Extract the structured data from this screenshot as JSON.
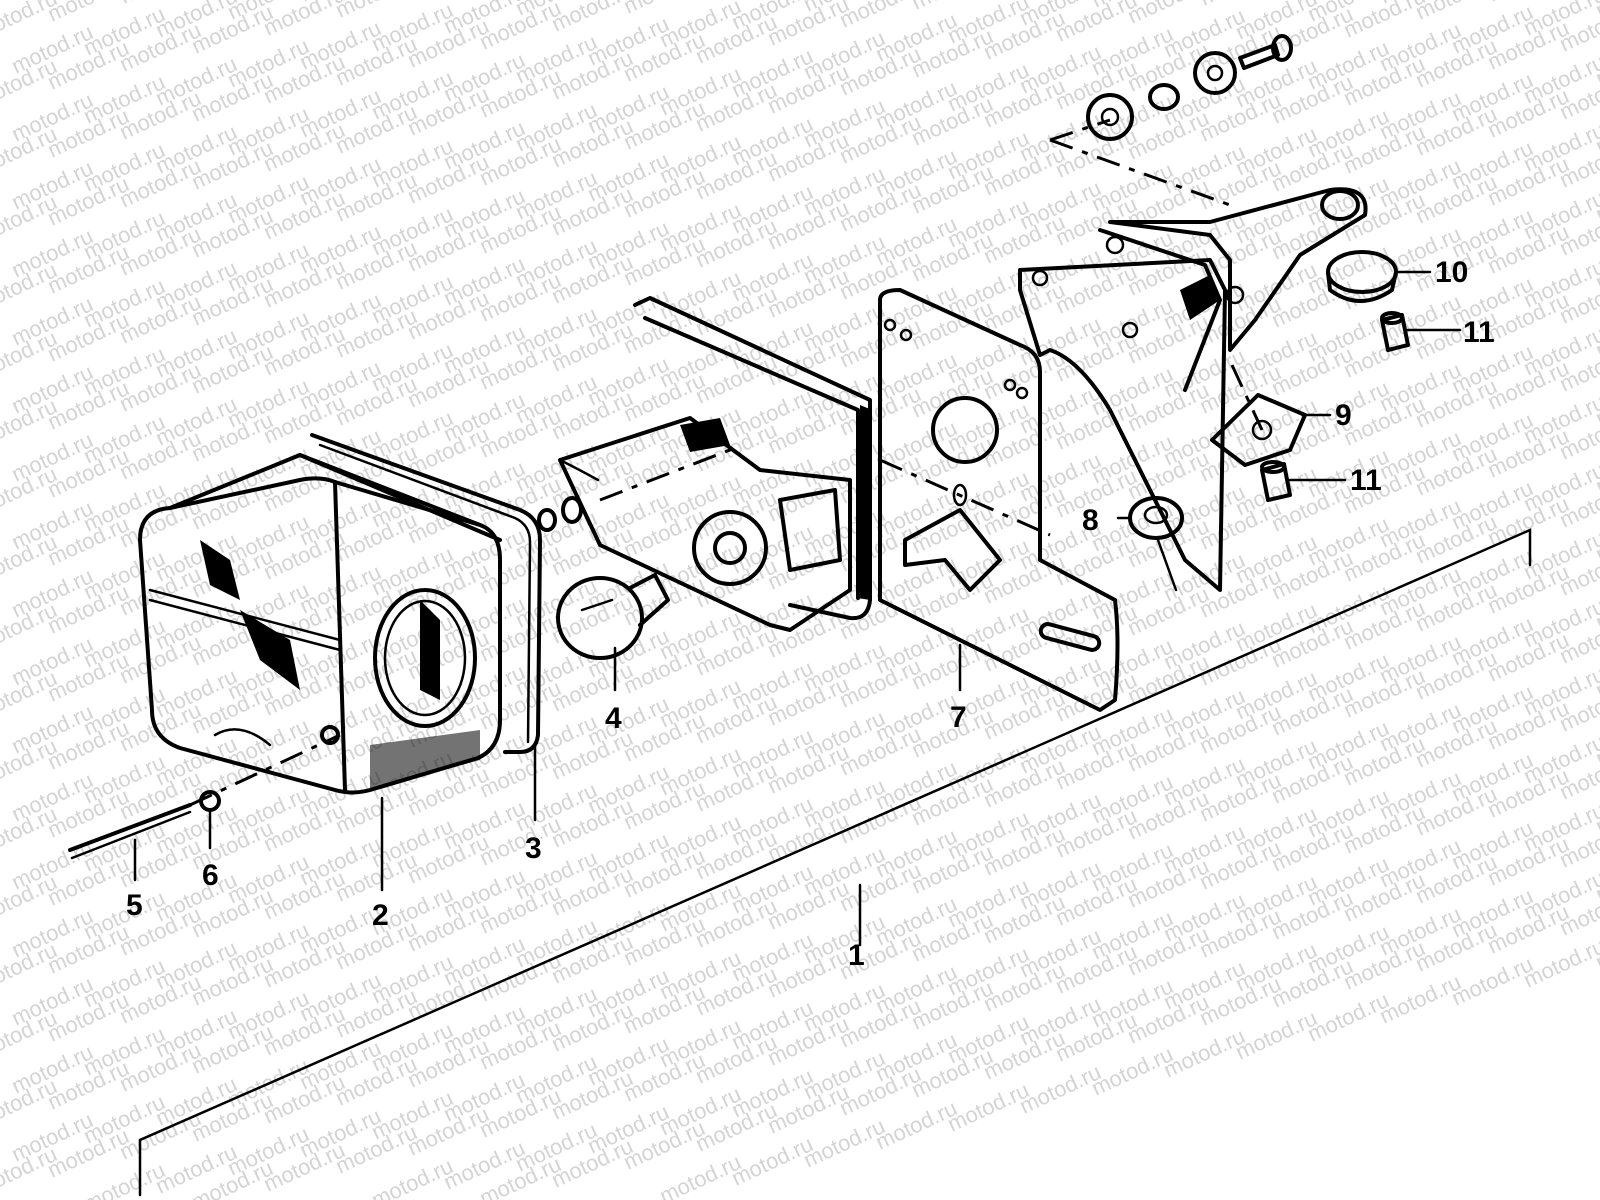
{
  "watermark": {
    "text": "motod.ru"
  },
  "callouts": [
    {
      "id": "1",
      "label": "1"
    },
    {
      "id": "2",
      "label": "2"
    },
    {
      "id": "3",
      "label": "3"
    },
    {
      "id": "4",
      "label": "4"
    },
    {
      "id": "5",
      "label": "5"
    },
    {
      "id": "6",
      "label": "6"
    },
    {
      "id": "7",
      "label": "7"
    },
    {
      "id": "8",
      "label": "8"
    },
    {
      "id": "9",
      "label": "9"
    },
    {
      "id": "10",
      "label": "10"
    },
    {
      "id": "11a",
      "label": "11"
    },
    {
      "id": "11b",
      "label": "11"
    }
  ]
}
